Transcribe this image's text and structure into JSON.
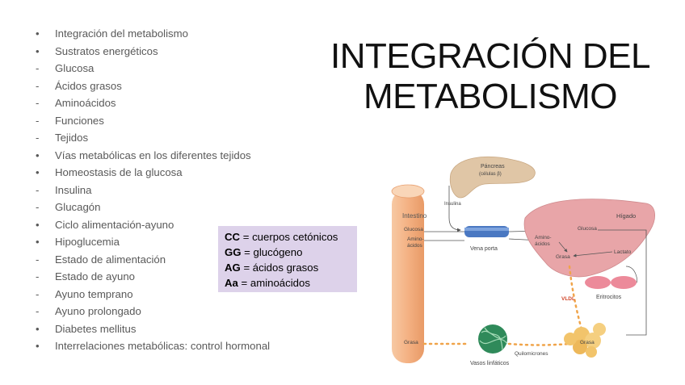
{
  "outline": [
    {
      "marker": "•",
      "text": "Integración del metabolismo"
    },
    {
      "marker": "•",
      "text": "Sustratos energéticos"
    },
    {
      "marker": "-",
      "text": "Glucosa"
    },
    {
      "marker": "-",
      "text": "Ácidos grasos"
    },
    {
      "marker": "-",
      "text": "Aminoácidos"
    },
    {
      "marker": "-",
      "text": "Funciones"
    },
    {
      "marker": "-",
      "text": "Tejidos"
    },
    {
      "marker": "•",
      "text": "Vías metabólicas en los diferentes tejidos"
    },
    {
      "marker": "•",
      "text": "Homeostasis de la glucosa"
    },
    {
      "marker": "-",
      "text": "Insulina"
    },
    {
      "marker": "-",
      "text": "Glucagón"
    },
    {
      "marker": "•",
      "text": "Ciclo alimentación-ayuno"
    },
    {
      "marker": "•",
      "text": "Hipoglucemia"
    },
    {
      "marker": "-",
      "text": "Estado de alimentación"
    },
    {
      "marker": "-",
      "text": "Estado de ayuno"
    },
    {
      "marker": "-",
      "text": "Ayuno temprano"
    },
    {
      "marker": "-",
      "text": "Ayuno prolongado"
    },
    {
      "marker": "•",
      "text": "Diabetes mellitus"
    },
    {
      "marker": "•",
      "text": "Interrelaciones metabólicas: control hormonal"
    }
  ],
  "title": {
    "line1": "INTEGRACIÓN DEL",
    "line2": "METABOLISMO"
  },
  "legend": [
    {
      "abbr": "CC",
      "text": " = cuerpos cetónicos"
    },
    {
      "abbr": "GG",
      "text": " = glucógeno"
    },
    {
      "abbr": "AG",
      "text": " = ácidos grasos"
    },
    {
      "abbr": "Aa",
      "text": " = aminoácidos"
    }
  ],
  "diagram": {
    "pancreas": "Páncreas",
    "pancreas_cells": "(células β)",
    "insulina": "Insulina",
    "intestino": "Intestino",
    "intestine_glucosa": "Glucosa",
    "intestine_amino1": "Amino-",
    "intestine_amino2": "ácidos",
    "vena_porta": "Vena porta",
    "higado": "Hígado",
    "liver_glucosa": "Glucosa",
    "liver_amino1": "Amino-",
    "liver_amino2": "ácidos",
    "liver_grasa": "Grasa",
    "lactato": "Lactato",
    "vldl": "VLDL",
    "eritrocitos": "Eritrocitos",
    "intestine_grasa": "Grasa",
    "quilomicrones": "Quilomicrones",
    "vasos": "Vasos linfáticos",
    "adipose_grasa": "Grasa"
  },
  "colors": {
    "text": "#595959",
    "legend_bg": "#ddd2ea",
    "intestine": "#f4b183",
    "liver": "#e8a5a8",
    "pancreas": "#e0c6a6",
    "vein": "#4a78c2",
    "dots": "#f0a44a",
    "adipose": "#f2c46b",
    "lymph": "#2f8a5a"
  }
}
